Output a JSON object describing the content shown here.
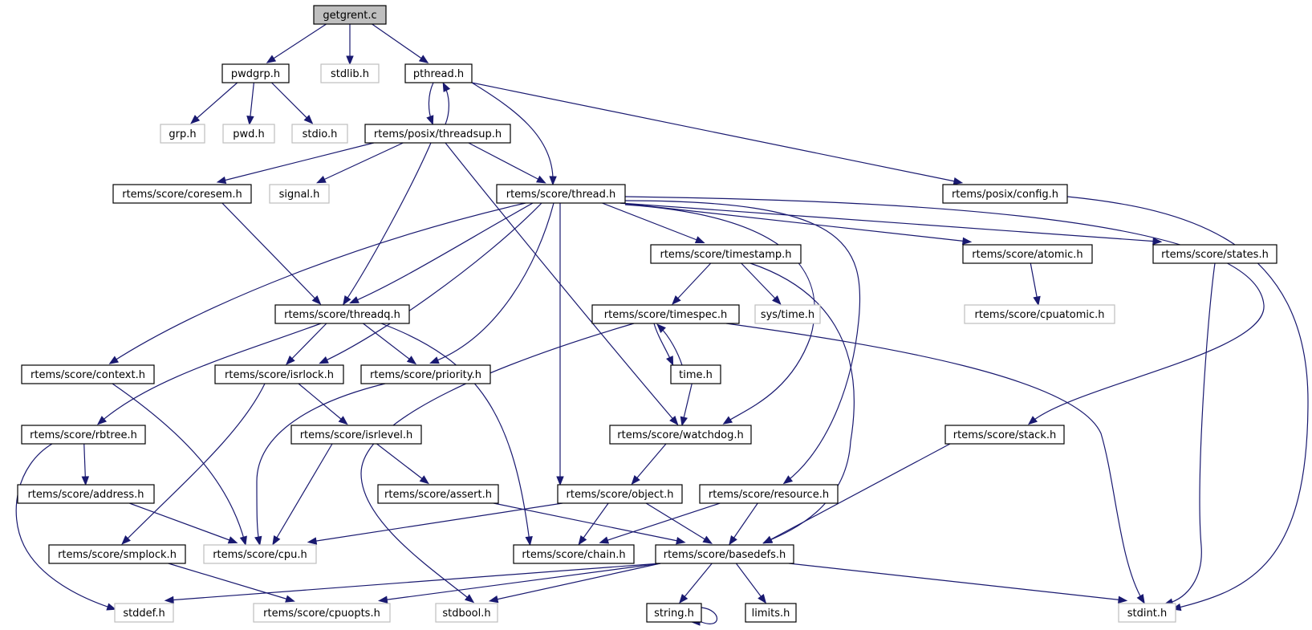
{
  "diagram": {
    "title": "getgrent.c",
    "colors": {
      "edge": "#191970",
      "root_fill": "#bfbfbf",
      "documented_border": "#000000",
      "external_border": "#bfbfbf"
    },
    "nodes": [
      {
        "id": "getgrent_c",
        "label": "getgrent.c",
        "kind": "root"
      },
      {
        "id": "pwdgrp_h",
        "label": "pwdgrp.h",
        "kind": "doc"
      },
      {
        "id": "stdlib_h",
        "label": "stdlib.h",
        "kind": "ext"
      },
      {
        "id": "pthread_h",
        "label": "pthread.h",
        "kind": "doc"
      },
      {
        "id": "grp_h",
        "label": "grp.h",
        "kind": "ext"
      },
      {
        "id": "pwd_h",
        "label": "pwd.h",
        "kind": "ext"
      },
      {
        "id": "stdio_h",
        "label": "stdio.h",
        "kind": "ext"
      },
      {
        "id": "threadsup_h",
        "label": "rtems/posix/threadsup.h",
        "kind": "doc"
      },
      {
        "id": "coresem_h",
        "label": "rtems/score/coresem.h",
        "kind": "doc"
      },
      {
        "id": "signal_h",
        "label": "signal.h",
        "kind": "ext"
      },
      {
        "id": "thread_h",
        "label": "rtems/score/thread.h",
        "kind": "doc"
      },
      {
        "id": "config_h",
        "label": "rtems/posix/config.h",
        "kind": "doc"
      },
      {
        "id": "timestamp_h",
        "label": "rtems/score/timestamp.h",
        "kind": "doc"
      },
      {
        "id": "atomic_h",
        "label": "rtems/score/atomic.h",
        "kind": "doc"
      },
      {
        "id": "states_h",
        "label": "rtems/score/states.h",
        "kind": "doc"
      },
      {
        "id": "threadq_h",
        "label": "rtems/score/threadq.h",
        "kind": "doc"
      },
      {
        "id": "timespec_h",
        "label": "rtems/score/timespec.h",
        "kind": "doc"
      },
      {
        "id": "systime_h",
        "label": "sys/time.h",
        "kind": "ext"
      },
      {
        "id": "cpuatomic_h",
        "label": "rtems/score/cpuatomic.h",
        "kind": "ext"
      },
      {
        "id": "context_h",
        "label": "rtems/score/context.h",
        "kind": "doc"
      },
      {
        "id": "isrlock_h",
        "label": "rtems/score/isrlock.h",
        "kind": "doc"
      },
      {
        "id": "priority_h",
        "label": "rtems/score/priority.h",
        "kind": "doc"
      },
      {
        "id": "time_h",
        "label": "time.h",
        "kind": "doc"
      },
      {
        "id": "rbtree_h",
        "label": "rtems/score/rbtree.h",
        "kind": "doc"
      },
      {
        "id": "isrlevel_h",
        "label": "rtems/score/isrlevel.h",
        "kind": "doc"
      },
      {
        "id": "watchdog_h",
        "label": "rtems/score/watchdog.h",
        "kind": "doc"
      },
      {
        "id": "stack_h",
        "label": "rtems/score/stack.h",
        "kind": "doc"
      },
      {
        "id": "address_h",
        "label": "rtems/score/address.h",
        "kind": "doc"
      },
      {
        "id": "assert_h",
        "label": "rtems/score/assert.h",
        "kind": "doc"
      },
      {
        "id": "object_h",
        "label": "rtems/score/object.h",
        "kind": "doc"
      },
      {
        "id": "resource_h",
        "label": "rtems/score/resource.h",
        "kind": "doc"
      },
      {
        "id": "smplock_h",
        "label": "rtems/score/smplock.h",
        "kind": "doc"
      },
      {
        "id": "cpu_h",
        "label": "rtems/score/cpu.h",
        "kind": "ext"
      },
      {
        "id": "chain_h",
        "label": "rtems/score/chain.h",
        "kind": "doc"
      },
      {
        "id": "basedefs_h",
        "label": "rtems/score/basedefs.h",
        "kind": "doc"
      },
      {
        "id": "stddef_h",
        "label": "stddef.h",
        "kind": "ext"
      },
      {
        "id": "cpuopts_h",
        "label": "rtems/score/cpuopts.h",
        "kind": "ext"
      },
      {
        "id": "stdbool_h",
        "label": "stdbool.h",
        "kind": "ext"
      },
      {
        "id": "string_h",
        "label": "string.h",
        "kind": "doc"
      },
      {
        "id": "limits_h",
        "label": "limits.h",
        "kind": "doc"
      },
      {
        "id": "stdint_h",
        "label": "stdint.h",
        "kind": "ext"
      }
    ],
    "edges": [
      [
        "getgrent_c",
        "pwdgrp_h"
      ],
      [
        "getgrent_c",
        "stdlib_h"
      ],
      [
        "getgrent_c",
        "pthread_h"
      ],
      [
        "pwdgrp_h",
        "grp_h"
      ],
      [
        "pwdgrp_h",
        "pwd_h"
      ],
      [
        "pwdgrp_h",
        "stdio_h"
      ],
      [
        "pthread_h",
        "threadsup_h"
      ],
      [
        "pthread_h",
        "thread_h"
      ],
      [
        "pthread_h",
        "config_h"
      ],
      [
        "threadsup_h",
        "pthread_h"
      ],
      [
        "threadsup_h",
        "coresem_h"
      ],
      [
        "threadsup_h",
        "signal_h"
      ],
      [
        "threadsup_h",
        "thread_h"
      ],
      [
        "threadsup_h",
        "threadq_h"
      ],
      [
        "threadsup_h",
        "watchdog_h"
      ],
      [
        "coresem_h",
        "threadq_h"
      ],
      [
        "config_h",
        "stdint_h"
      ],
      [
        "thread_h",
        "timestamp_h"
      ],
      [
        "thread_h",
        "atomic_h"
      ],
      [
        "thread_h",
        "states_h"
      ],
      [
        "thread_h",
        "threadq_h"
      ],
      [
        "thread_h",
        "context_h"
      ],
      [
        "thread_h",
        "isrlock_h"
      ],
      [
        "thread_h",
        "priority_h"
      ],
      [
        "thread_h",
        "object_h"
      ],
      [
        "thread_h",
        "watchdog_h"
      ],
      [
        "thread_h",
        "resource_h"
      ],
      [
        "thread_h",
        "stack_h"
      ],
      [
        "timestamp_h",
        "timespec_h"
      ],
      [
        "timestamp_h",
        "systime_h"
      ],
      [
        "timestamp_h",
        "basedefs_h"
      ],
      [
        "atomic_h",
        "cpuatomic_h"
      ],
      [
        "states_h",
        "stdint_h"
      ],
      [
        "threadq_h",
        "isrlock_h"
      ],
      [
        "threadq_h",
        "priority_h"
      ],
      [
        "threadq_h",
        "rbtree_h"
      ],
      [
        "threadq_h",
        "chain_h"
      ],
      [
        "timespec_h",
        "time_h"
      ],
      [
        "timespec_h",
        "stdbool_h"
      ],
      [
        "timespec_h",
        "stdint_h"
      ],
      [
        "time_h",
        "timespec_h"
      ],
      [
        "time_h",
        "watchdog_h"
      ],
      [
        "context_h",
        "cpu_h"
      ],
      [
        "isrlock_h",
        "isrlevel_h"
      ],
      [
        "isrlock_h",
        "smplock_h"
      ],
      [
        "priority_h",
        "cpu_h"
      ],
      [
        "rbtree_h",
        "address_h"
      ],
      [
        "rbtree_h",
        "stddef_h"
      ],
      [
        "isrlevel_h",
        "assert_h"
      ],
      [
        "isrlevel_h",
        "cpu_h"
      ],
      [
        "watchdog_h",
        "object_h"
      ],
      [
        "stack_h",
        "basedefs_h"
      ],
      [
        "address_h",
        "cpu_h"
      ],
      [
        "assert_h",
        "basedefs_h"
      ],
      [
        "object_h",
        "cpu_h"
      ],
      [
        "object_h",
        "chain_h"
      ],
      [
        "object_h",
        "basedefs_h"
      ],
      [
        "resource_h",
        "chain_h"
      ],
      [
        "resource_h",
        "basedefs_h"
      ],
      [
        "smplock_h",
        "cpuopts_h"
      ],
      [
        "basedefs_h",
        "stddef_h"
      ],
      [
        "basedefs_h",
        "cpuopts_h"
      ],
      [
        "basedefs_h",
        "stdbool_h"
      ],
      [
        "basedefs_h",
        "string_h"
      ],
      [
        "basedefs_h",
        "limits_h"
      ],
      [
        "basedefs_h",
        "stdint_h"
      ],
      [
        "string_h",
        "string_h"
      ]
    ]
  }
}
